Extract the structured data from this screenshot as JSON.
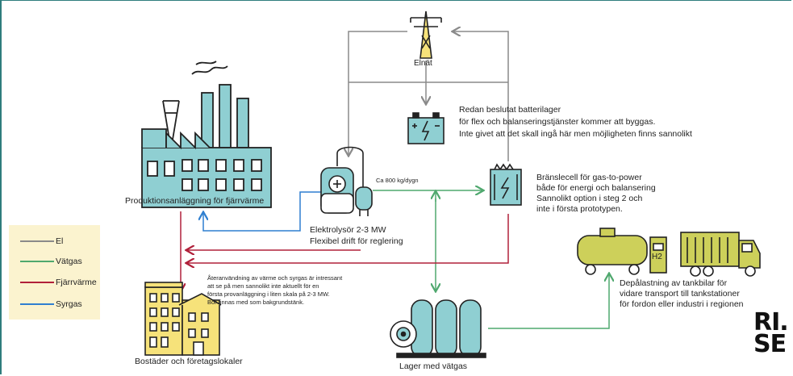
{
  "labels": {
    "grid": "Elnät",
    "battery": [
      "Redan beslutat batterilager",
      "för flex och balanseringstjänster kommer att byggas.",
      "Inte givet att det skall ingå här men möjligheten finns sannolikt"
    ],
    "plant": "Produktionsanläggning för fjärrvärme",
    "electrolyser": [
      "Elektrolysör 2-3 MW",
      "Flexibel drift för reglering"
    ],
    "flow_rate": "Ca 800 kg/dygn",
    "fuel_cell": [
      "Bränslecell för gas-to-power",
      "både för energi och balansering",
      "Sannolikt option i steg 2 och",
      "inte i första prototypen."
    ],
    "reuse_note": [
      "Återanvändning  av värme och syrgas är intressant",
      "att se på men sannolikt inte aktuellt för en",
      "första provanläggning  i liten skala på 2-3 MW.",
      "Bör finnas med som bakgrundstänk."
    ],
    "housing": "Bostäder och företagslokaler",
    "storage": "Lager med vätgas",
    "depot": [
      "Depålastning av tankbilar för",
      "vidare transport till tankstationer",
      "för fordon eller industri i regionen"
    ],
    "h2_sign": "H2",
    "logo": [
      "RI.",
      "SE"
    ]
  },
  "legend": [
    {
      "label": "El",
      "color": "#8a8a8a"
    },
    {
      "label": "Vätgas",
      "color": "#4fa86e"
    },
    {
      "label": "Fjärrvärme",
      "color": "#b0203a"
    },
    {
      "label": "Syrgas",
      "color": "#2f7fd0"
    }
  ],
  "colors": {
    "electricity": "#8a8a8a",
    "hydrogen": "#4fa86e",
    "district_heat": "#b0203a",
    "oxygen": "#2f7fd0",
    "teal_fill": "#8fcfd2",
    "yellow_fill": "#f6e27a",
    "olive_fill": "#cdd05a",
    "legend_bg": "#fbf3cf"
  },
  "icons": [
    "power-tower-icon",
    "battery-icon",
    "factory-icon",
    "electrolyser-icon",
    "fuel-cell-icon",
    "buildings-icon",
    "hydrogen-storage-icon",
    "tanker-truck-icon"
  ]
}
